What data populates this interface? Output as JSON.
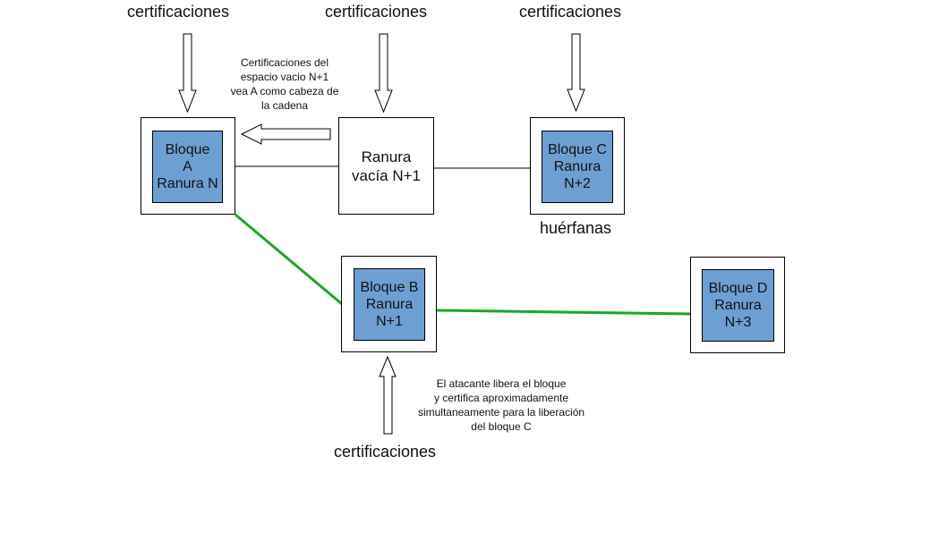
{
  "labels": {
    "cert_1": "certificaciones",
    "cert_2": "certificaciones",
    "cert_3": "certificaciones",
    "cert_4": "certificaciones",
    "huerfanas": "huérfanas",
    "note_top": "Certificaciones del\nespacio vacio N+1\nvea A como cabeza de\nla cadena",
    "note_bottom": "El atacante libera el bloque\ny certifica aproximadamente\nsimultaneamente para la liberación\ndel bloque C"
  },
  "blocks": {
    "a": "Bloque\nA\nRanura N",
    "empty": "Ranura\nvacía N+1",
    "c": "Bloque C\nRanura\nN+2",
    "b": "Bloque B\nRanura\nN+1",
    "d": "Bloque D\nRanura\nN+3"
  },
  "colors": {
    "block_fill": "#6e9fd3",
    "chain_link": "#1aa72a",
    "plain_link": "#000000"
  }
}
